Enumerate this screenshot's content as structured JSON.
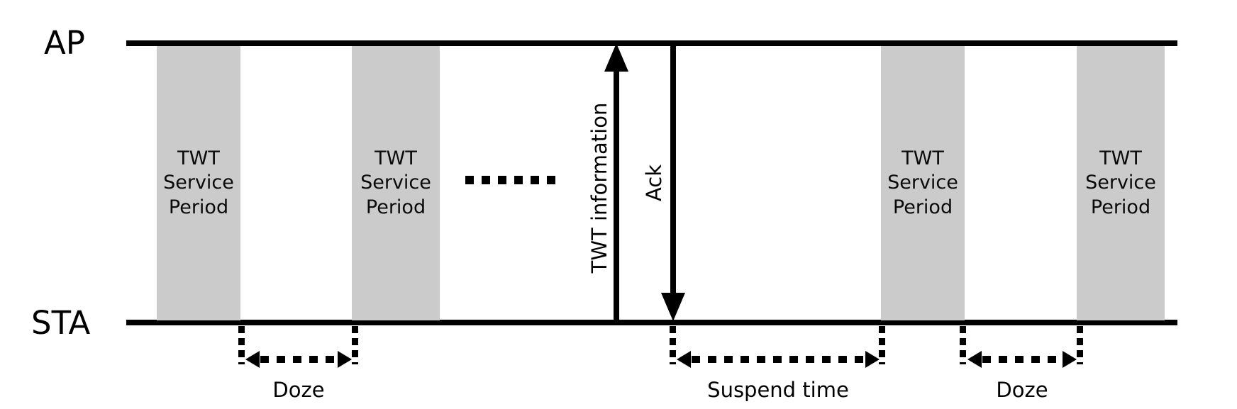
{
  "diagram": {
    "actors": {
      "ap": "AP",
      "sta": "STA"
    },
    "service_periods": [
      {
        "label": "TWT Service Period"
      },
      {
        "label": "TWT Service Period"
      },
      {
        "label": "TWT Service Period"
      },
      {
        "label": "TWT Service Period"
      }
    ],
    "arrows": {
      "twt_information": "TWT information",
      "ack": "Ack"
    },
    "intervals": {
      "doze_left": "Doze",
      "suspend": "Suspend time",
      "doze_right": "Doze"
    },
    "colors": {
      "service_period_fill": "#cbcbcb",
      "line": "#000000",
      "background": "#ffffff"
    }
  }
}
